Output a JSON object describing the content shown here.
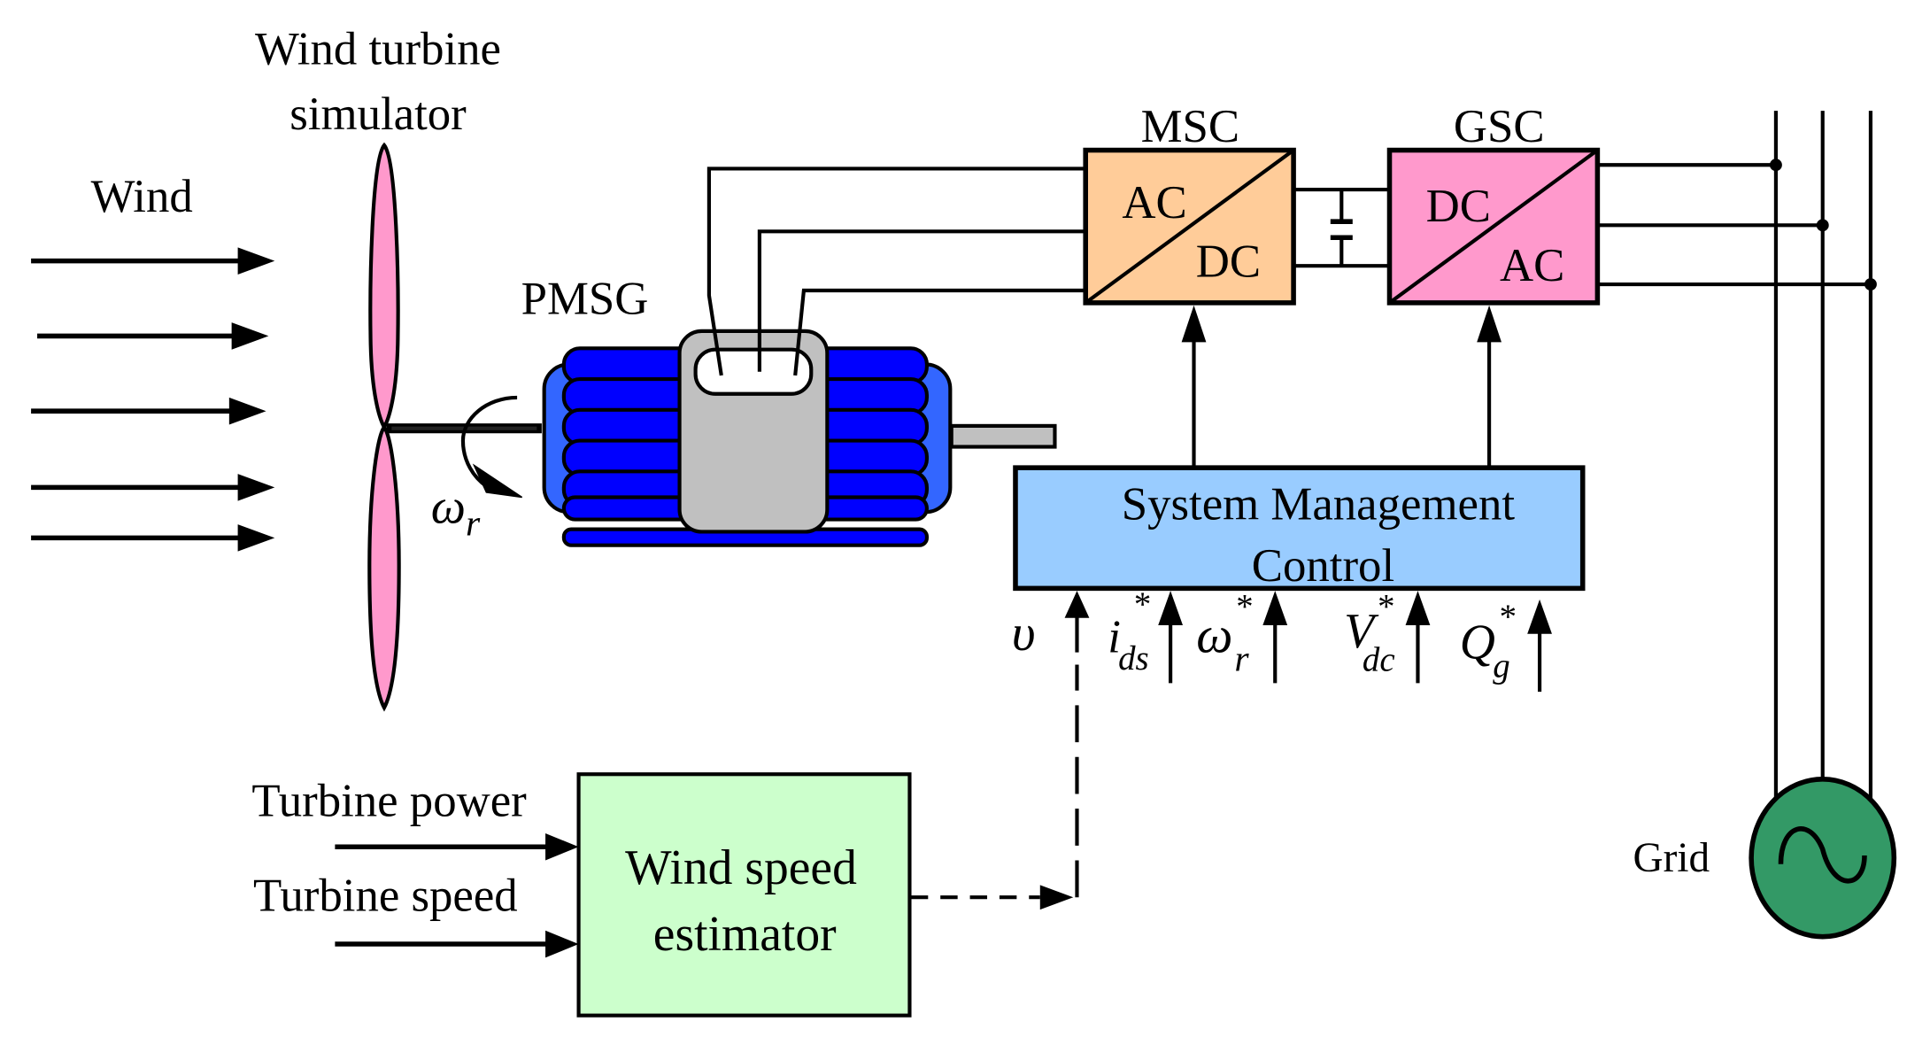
{
  "labels": {
    "wind": "Wind",
    "turbine_title_1": "Wind turbine",
    "turbine_title_2": "simulator",
    "pmsg": "PMSG",
    "omega_r": "ω",
    "omega_r_sub": "r",
    "msc": "MSC",
    "msc_top": "AC",
    "msc_bottom": "DC",
    "gsc": "GSC",
    "gsc_top": "DC",
    "gsc_bottom": "AC",
    "smc_line1": "System Management",
    "smc_line2": "Control",
    "grid": "Grid",
    "turbine_power": "Turbine power",
    "turbine_speed": "Turbine speed",
    "wse_line1": "Wind speed",
    "wse_line2": "estimator"
  },
  "control_inputs": [
    {
      "symbol": "υ",
      "sub": "",
      "star": ""
    },
    {
      "symbol": "i",
      "sub": "ds",
      "star": "*"
    },
    {
      "symbol": "ω",
      "sub": "r",
      "star": "*"
    },
    {
      "symbol": "V",
      "sub": "dc",
      "star": "*"
    },
    {
      "symbol": "Q",
      "sub": "g",
      "star": "*"
    }
  ],
  "colors": {
    "blade": "#ff99cc",
    "motor_fins": "#0000ff",
    "motor_endcap": "#3366ff",
    "motor_body": "#c0c0c0",
    "msc_fill": "#ffcc99",
    "gsc_fill": "#ff99cc",
    "smc_fill": "#99ccff",
    "wse_fill": "#ccffcc",
    "grid_fill": "#339966"
  }
}
